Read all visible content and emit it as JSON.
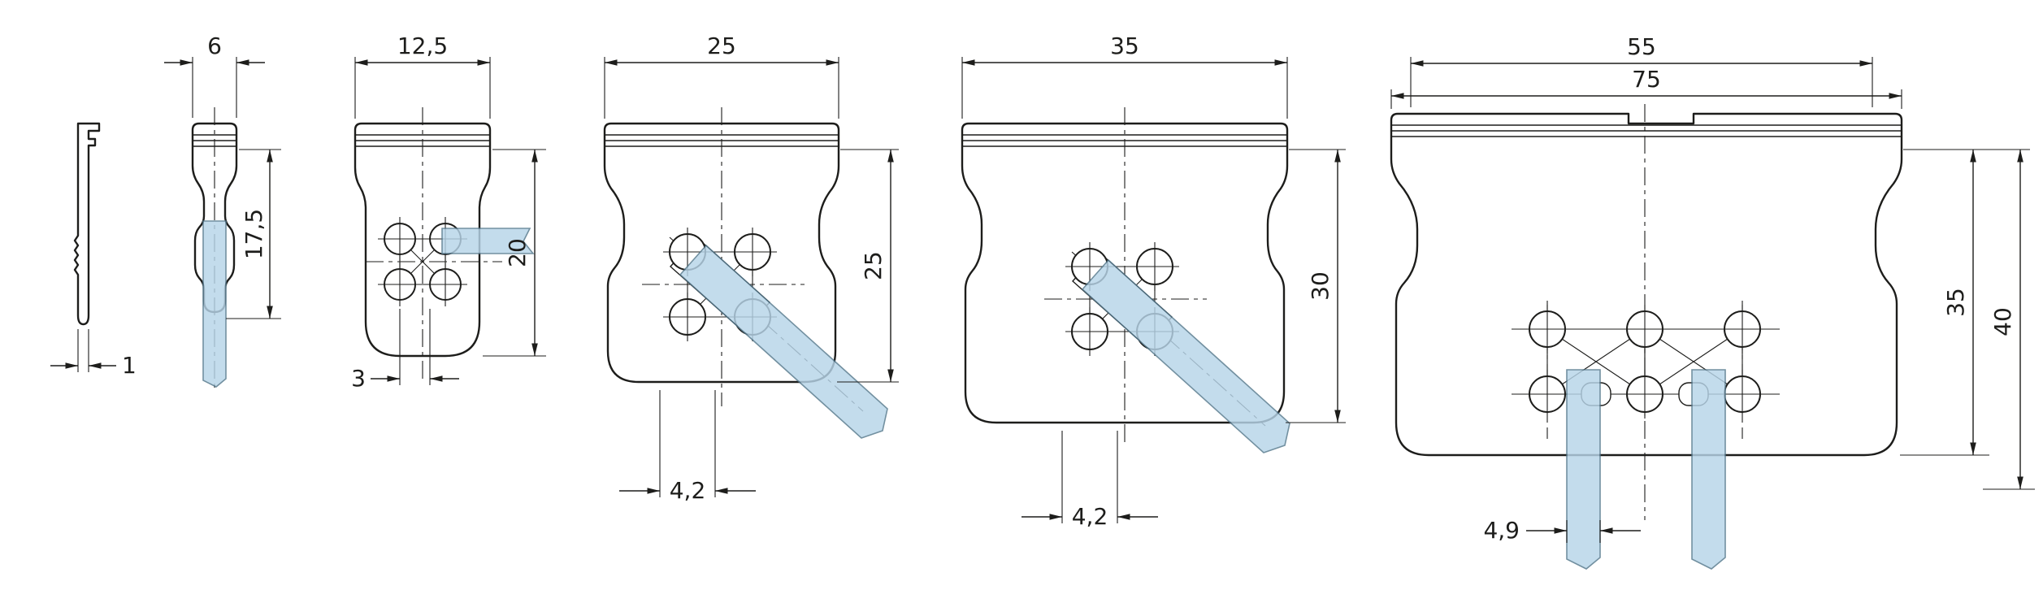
{
  "drawing": {
    "colors": {
      "background": "#ffffff",
      "line": "#1d1d1b",
      "wire_fill": "#b7d5e9",
      "wire_stroke": "#54788c",
      "text": "#1d1d1b"
    },
    "views": [
      {
        "id": "side-profile",
        "dims": {
          "thickness": "1"
        }
      },
      {
        "id": "front-6mm",
        "dims": {
          "width": "6",
          "height": "17,5"
        }
      },
      {
        "id": "front-12-5mm",
        "dims": {
          "width": "12,5",
          "height": "20",
          "pitch": "3"
        }
      },
      {
        "id": "front-25mm",
        "dims": {
          "width": "25",
          "height": "25",
          "wire_gauge": "4,2"
        }
      },
      {
        "id": "front-35mm",
        "dims": {
          "width": "35",
          "height": "30",
          "wire_gauge": "4,2"
        }
      },
      {
        "id": "front-75mm",
        "dims": {
          "width_inner": "55",
          "width_outer": "75",
          "height_inner": "35",
          "height_outer": "40",
          "wire_gauge": "4,9"
        }
      }
    ]
  }
}
